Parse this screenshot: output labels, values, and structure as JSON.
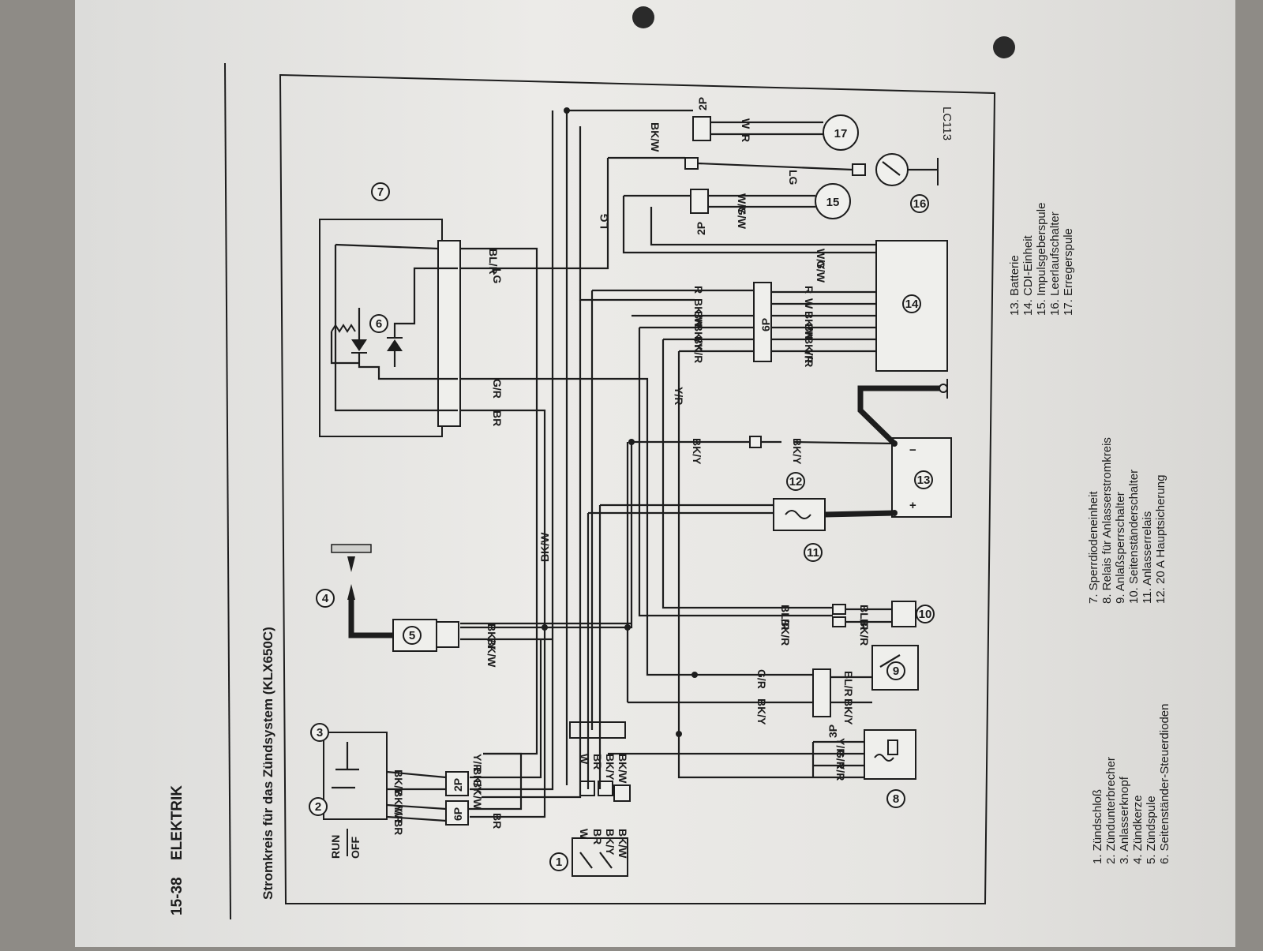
{
  "page": {
    "number": "15-38",
    "section": "ELEKTRIK",
    "title": "Stromkreis für das Zündsystem (KLX650C)",
    "ref": "LC113"
  },
  "switch_labels": {
    "run": "RUN",
    "off": "OFF"
  },
  "connectors": {
    "p2": "2P",
    "p6": "6P",
    "p3": "3P"
  },
  "wire_codes": {
    "bkw": "BK/W",
    "bky": "BK/Y",
    "yr": "Y/R",
    "br": "BR",
    "w": "W",
    "gr": "G/R",
    "blr": "BL/R",
    "bkr": "BK/R",
    "lg": "LG",
    "r": "R",
    "bk": "BK",
    "gw": "G/W",
    "wy": "W/Y"
  },
  "components": [
    {
      "num": "1"
    },
    {
      "num": "2"
    },
    {
      "num": "3"
    },
    {
      "num": "4"
    },
    {
      "num": "5"
    },
    {
      "num": "6"
    },
    {
      "num": "7"
    },
    {
      "num": "8"
    },
    {
      "num": "9"
    },
    {
      "num": "10"
    },
    {
      "num": "11"
    },
    {
      "num": "12"
    },
    {
      "num": "13"
    },
    {
      "num": "14"
    },
    {
      "num": "15"
    },
    {
      "num": "16"
    },
    {
      "num": "17"
    }
  ],
  "battery": {
    "plus": "+",
    "minus": "−"
  },
  "legend": [
    "1.  Zündschloß",
    "2.  Zündunterbrecher",
    "3.  Anlasserknopf",
    "4.  Zündkerze",
    "5.  Zündspule",
    "6.  Seitenständer-Steuerdioden",
    "7.  Sperrdiodeneinheit",
    "8.  Relais für Anlasserstromkreis",
    "9.  Anlaßsperrschalter",
    "10.  Seitenständerschalter",
    "11.  Anlasserrelais",
    "12.  20 A Hauptsicherung",
    "13.  Batterie",
    "14.  CDI-Einheit",
    "15.  Impulsgeberspule",
    "16.  Leerlaufschalter",
    "17.  Erregerspule"
  ]
}
